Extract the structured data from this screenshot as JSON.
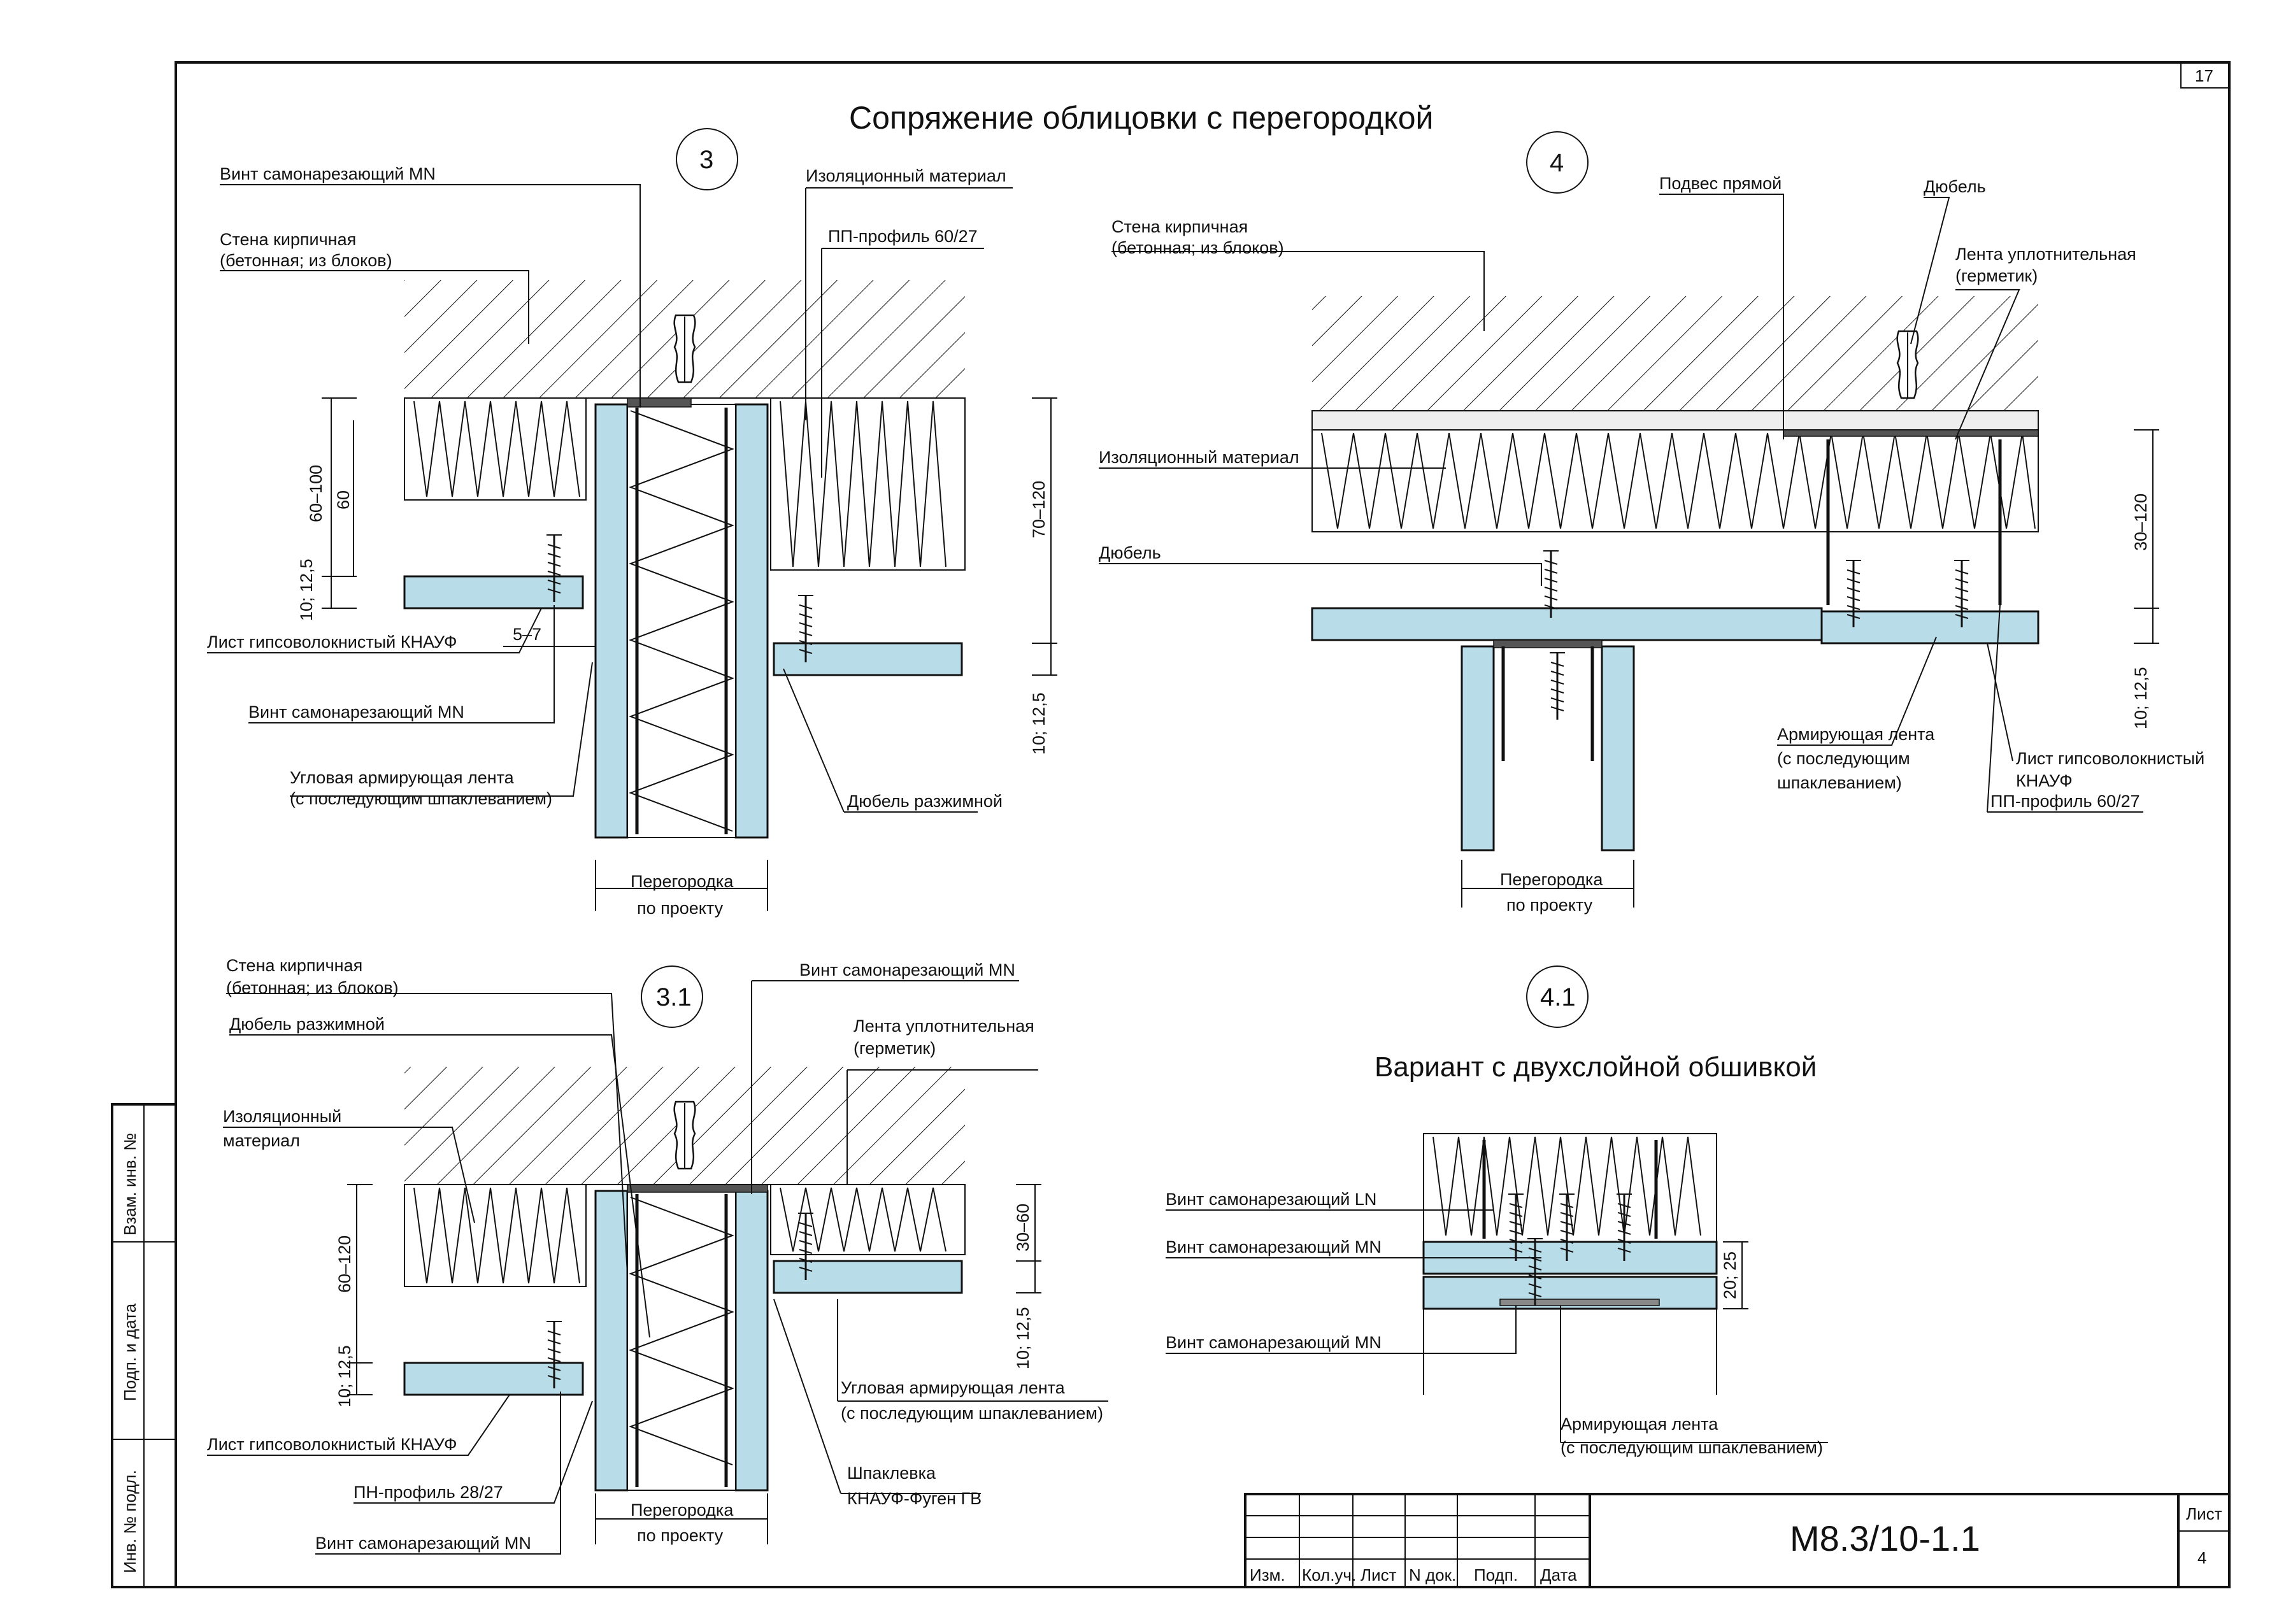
{
  "sheet": {
    "title": "Сопряжение облицовки с перегородкой",
    "sheet_number_top": "17",
    "code": "М8.3/10-1.1",
    "list_label": "Лист",
    "list_number": "4"
  },
  "stamp": {
    "columns": [
      "Изм.",
      "Кол.уч.",
      "Лист",
      "N док.",
      "Подп.",
      "Дата"
    ]
  },
  "side_stamp": [
    "Взам. инв. №",
    "Подп. и дата",
    "Инв. № подл."
  ],
  "details": {
    "d3": {
      "number": "3",
      "labels": {
        "screw_top": "Винт самонарезающий MN",
        "wall_1": "Стена кирпичная",
        "wall_2": "(бетонная; из блоков)",
        "insulation": "Изоляционный материал",
        "pp_profile": "ПП-профиль 60/27",
        "sheet_board": "Лист гипсоволокнистый КНАУФ",
        "screw_bottom": "Винт самонарезающий MN",
        "tape_1": "Угловая армирующая лента",
        "tape_2": "(с последующим шпаклеванием)",
        "dowel": "Дюбель разжимной",
        "partition_1": "Перегородка",
        "partition_2": "по проекту"
      },
      "dims": {
        "d60_100": "60–100",
        "d60": "60",
        "d10_12_5_left": "10; 12,5",
        "d5_7": "5–7",
        "d70_120": "70–120",
        "d10_12_5_right": "10; 12,5"
      }
    },
    "d4": {
      "number": "4",
      "labels": {
        "hanger": "Подвес прямой",
        "dowel_top": "Дюбель",
        "wall_1": "Стена кирпичная",
        "wall_2": "(бетонная; из блоков)",
        "seal_1": "Лента уплотнительная",
        "seal_2": "(герметик)",
        "insulation": "Изоляционный материал",
        "dowel_left": "Дюбель",
        "tape_1": "Армирующая лента",
        "tape_2": "(с последующим",
        "tape_3": "шпаклеванием)",
        "board_1": "Лист гипсоволокнистый",
        "board_2": "КНАУФ",
        "pp_profile": "ПП-профиль 60/27",
        "partition_1": "Перегородка",
        "partition_2": "по проекту"
      },
      "dims": {
        "d30_120": "30–120",
        "d10_12_5": "10; 12,5"
      }
    },
    "d31": {
      "number": "3.1",
      "labels": {
        "wall_1": "Стена кирпичная",
        "wall_2": "(бетонная; из блоков)",
        "dowel": "Дюбель разжимной",
        "insulation_1": "Изоляционный",
        "insulation_2": "материал",
        "screw_top": "Винт самонарезающий MN",
        "seal_1": "Лента уплотнительная",
        "seal_2": "(герметик)",
        "sheet_board": "Лист гипсоволокнистый КНАУФ",
        "pn_profile": "ПН-профиль 28/27",
        "screw_bottom": "Винт самонарезающий MN",
        "tape_1": "Угловая армирующая лента",
        "tape_2": "(с последующим шпаклеванием)",
        "putty_1": "Шпаклевка",
        "putty_2": "КНАУФ-Фуген ГВ",
        "partition_1": "Перегородка",
        "partition_2": "по проекту"
      },
      "dims": {
        "d60_120": "60–120",
        "d10_12_5_left": "10; 12,5",
        "d30_60": "30–60",
        "d10_12_5_right": "10; 12,5"
      }
    },
    "d41": {
      "number": "4.1",
      "subtitle": "Вариант с двухслойной обшивкой",
      "labels": {
        "screw_ln": "Винт самонарезающий LN",
        "screw_mn_1": "Винт самонарезающий MN",
        "screw_mn_2": "Винт самонарезающий MN",
        "tape_1": "Армирующая лента",
        "tape_2": "(с последующим шпаклеванием)"
      },
      "dims": {
        "d20_25": "20; 25"
      }
    }
  }
}
